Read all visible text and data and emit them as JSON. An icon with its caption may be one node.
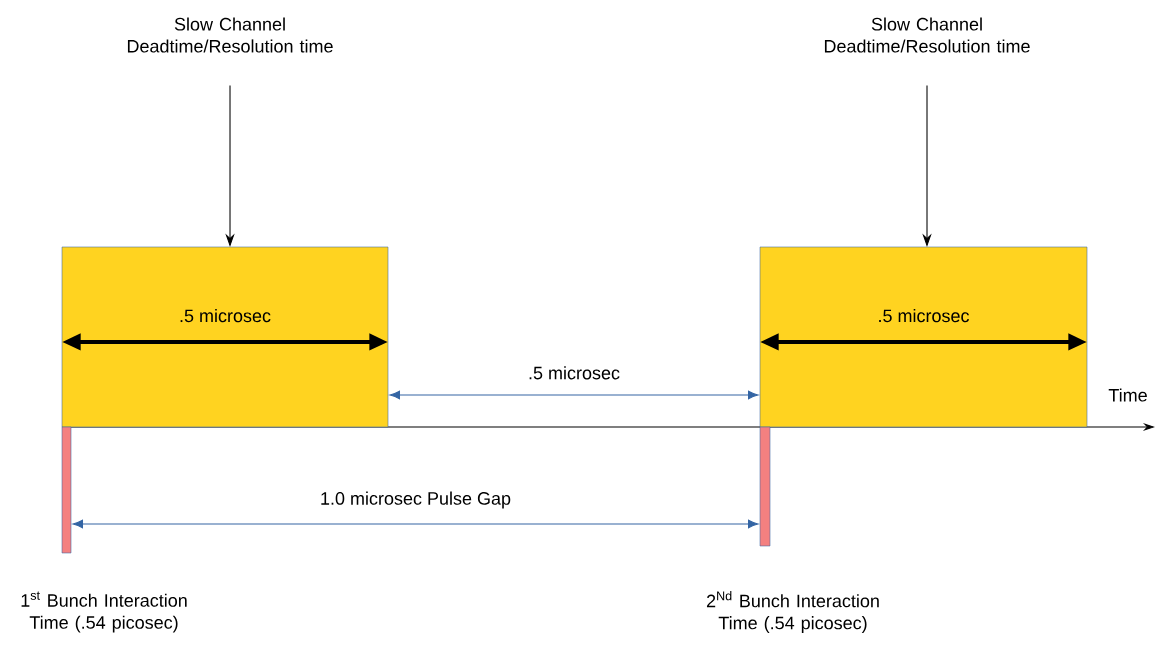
{
  "diagram": {
    "nodes": [
      {
        "text": [
          "Slow Channel Deadtime/Resolution time"
        ]
      },
      {
        "text": [
          ".5 microsec"
        ]
      },
      {
        "text": [
          "Slow Channel Deadtime/Resolution time"
        ]
      },
      {
        "text": [
          ".5 microsec"
        ]
      },
      {
        "text": [],
        "shape": "bar",
        "beside": [
          "1$^{st}$ Bunch Interaction Time (.54 picosec)"
        ]
      },
      {
        "text": [],
        "shape": "bar",
        "beside": [
          "2$^{Nd}$ Bunch Interaction Time (.54 picosec)"
        ]
      }
    ],
    "edges": [
      {
        "from": 0,
        "to": 1,
        "arrow": "to",
        "color": "#000000"
      },
      {
        "from": 2,
        "to": 3,
        "arrow": "to",
        "color": "#000000"
      },
      {
        "from": 1,
        "to": 3,
        "arrow": "both",
        "label": ".5 microsec",
        "color": "#3465a4"
      },
      {
        "from": 4,
        "to": 5,
        "arrow": "both",
        "label": "1.0 microsec Pulse Gap",
        "color": "#3465a4"
      }
    ],
    "labels": [
      "Time"
    ]
  }
}
